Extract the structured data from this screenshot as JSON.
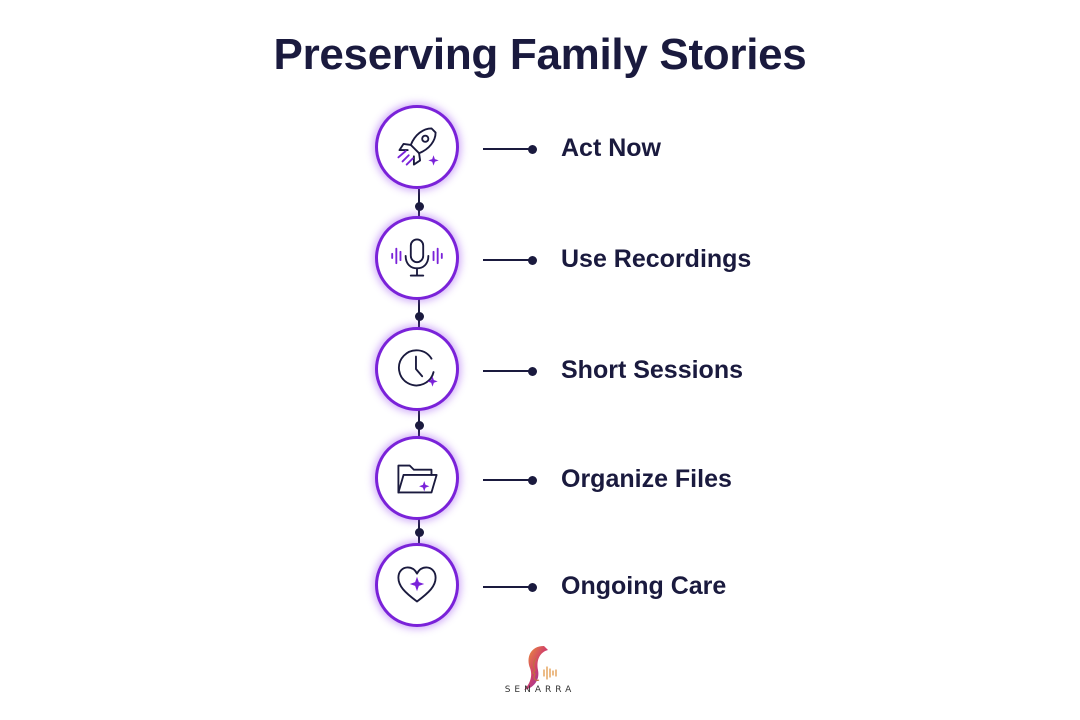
{
  "title": "Preserving Family Stories",
  "steps": [
    {
      "label": "Act Now",
      "icon": "rocket-icon"
    },
    {
      "label": "Use Recordings",
      "icon": "microphone-icon"
    },
    {
      "label": "Short Sessions",
      "icon": "clock-icon"
    },
    {
      "label": "Organize Files",
      "icon": "folder-icon"
    },
    {
      "label": "Ongoing Care",
      "icon": "heart-icon"
    }
  ],
  "brand": {
    "name": "SENARRA",
    "logo": "woman-profile-soundwave-logo"
  },
  "colors": {
    "accent": "#7a22d9",
    "text": "#1a1a3e",
    "background": "#ffffff"
  }
}
